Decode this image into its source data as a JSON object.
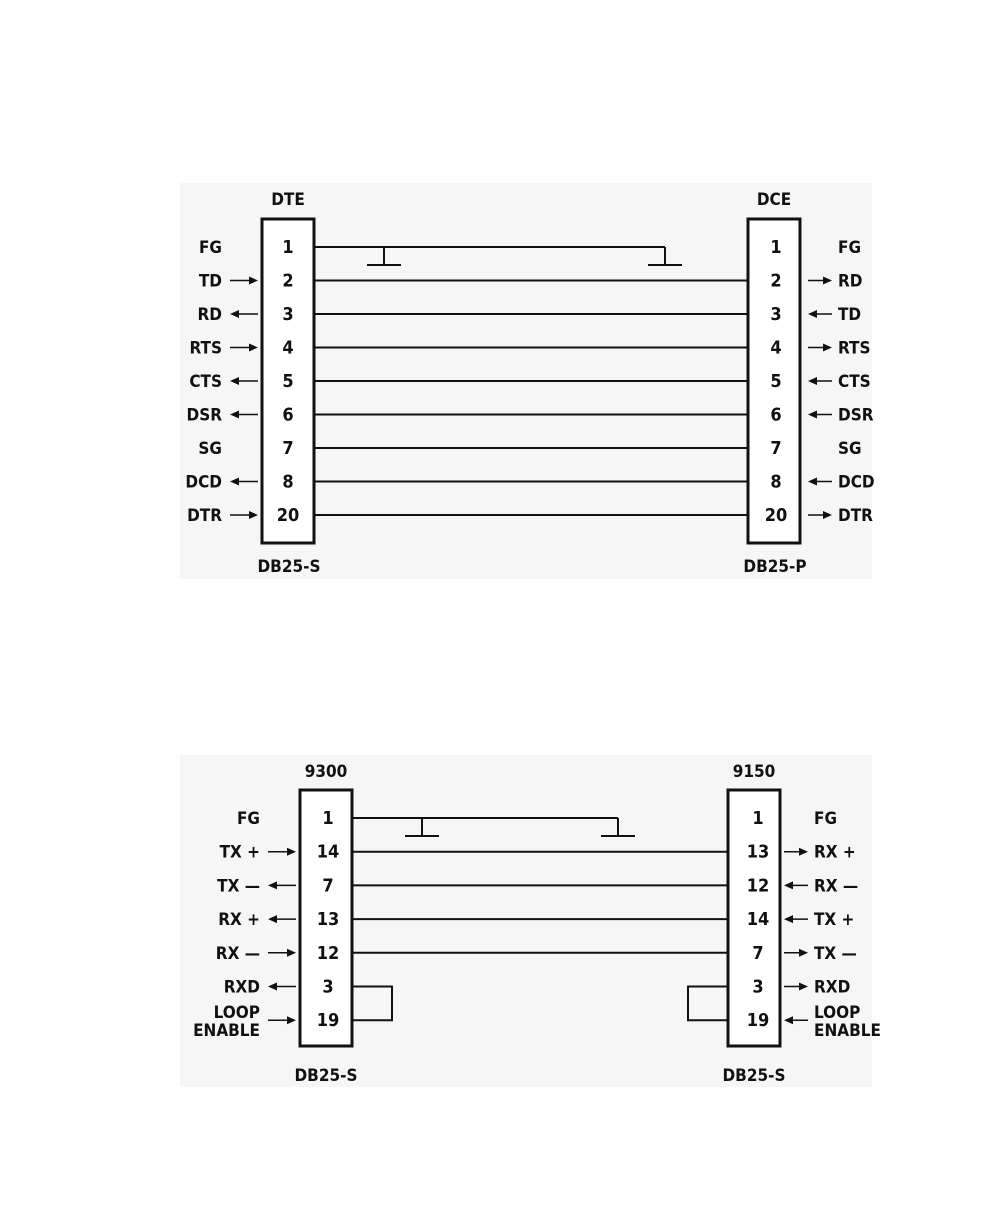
{
  "diagram1": {
    "left_header": "DTE",
    "right_header": "DCE",
    "left_footer": "DB25-S",
    "right_footer": "DB25-P",
    "rows": [
      {
        "left_signal": "FG",
        "left_arrow": "none",
        "left_pin": "1",
        "right_pin": "1",
        "right_arrow": "none",
        "right_signal": "FG",
        "wire": "shield"
      },
      {
        "left_signal": "TD",
        "left_arrow": "in",
        "left_pin": "2",
        "right_pin": "2",
        "right_arrow": "out",
        "right_signal": "RD",
        "wire": "straight"
      },
      {
        "left_signal": "RD",
        "left_arrow": "out",
        "left_pin": "3",
        "right_pin": "3",
        "right_arrow": "in",
        "right_signal": "TD",
        "wire": "straight"
      },
      {
        "left_signal": "RTS",
        "left_arrow": "in",
        "left_pin": "4",
        "right_pin": "4",
        "right_arrow": "out",
        "right_signal": "RTS",
        "wire": "straight"
      },
      {
        "left_signal": "CTS",
        "left_arrow": "out",
        "left_pin": "5",
        "right_pin": "5",
        "right_arrow": "in",
        "right_signal": "CTS",
        "wire": "straight"
      },
      {
        "left_signal": "DSR",
        "left_arrow": "out",
        "left_pin": "6",
        "right_pin": "6",
        "right_arrow": "in",
        "right_signal": "DSR",
        "wire": "straight"
      },
      {
        "left_signal": "SG",
        "left_arrow": "none",
        "left_pin": "7",
        "right_pin": "7",
        "right_arrow": "none",
        "right_signal": "SG",
        "wire": "straight"
      },
      {
        "left_signal": "DCD",
        "left_arrow": "out",
        "left_pin": "8",
        "right_pin": "8",
        "right_arrow": "in",
        "right_signal": "DCD",
        "wire": "straight"
      },
      {
        "left_signal": "DTR",
        "left_arrow": "in",
        "left_pin": "20",
        "right_pin": "20",
        "right_arrow": "out",
        "right_signal": "DTR",
        "wire": "straight"
      }
    ]
  },
  "diagram2": {
    "left_header": "9300",
    "right_header": "9150",
    "left_footer": "DB25-S",
    "right_footer": "DB25-S",
    "rows": [
      {
        "left_signal": "FG",
        "left_arrow": "none",
        "left_pin": "1",
        "right_pin": "1",
        "right_arrow": "none",
        "right_signal": "FG",
        "wire": "shield"
      },
      {
        "left_signal": "TX  +",
        "left_arrow": "in",
        "left_pin": "14",
        "right_pin": "13",
        "right_arrow": "out",
        "right_signal": "RX  +",
        "wire": "straight"
      },
      {
        "left_signal": "TX  —",
        "left_arrow": "out",
        "left_pin": "7",
        "right_pin": "12",
        "right_arrow": "in",
        "right_signal": "RX  —",
        "wire": "straight"
      },
      {
        "left_signal": "RX  +",
        "left_arrow": "out",
        "left_pin": "13",
        "right_pin": "14",
        "right_arrow": "in",
        "right_signal": "TX  +",
        "wire": "straight"
      },
      {
        "left_signal": "RX  —",
        "left_arrow": "in",
        "left_pin": "12",
        "right_pin": "7",
        "right_arrow": "out",
        "right_signal": "TX  —",
        "wire": "straight"
      },
      {
        "left_signal": "RXD",
        "left_arrow": "out",
        "left_pin": "3",
        "right_pin": "3",
        "right_arrow": "out",
        "right_signal": "RXD",
        "wire": "loop-top"
      },
      {
        "left_signal": "LOOP",
        "left_signal_2": "ENABLE",
        "left_arrow": "in",
        "left_pin": "19",
        "right_pin": "19",
        "right_arrow": "in",
        "right_signal": "LOOP",
        "right_signal_2": "ENABLE",
        "wire": "loop-bottom"
      }
    ]
  }
}
